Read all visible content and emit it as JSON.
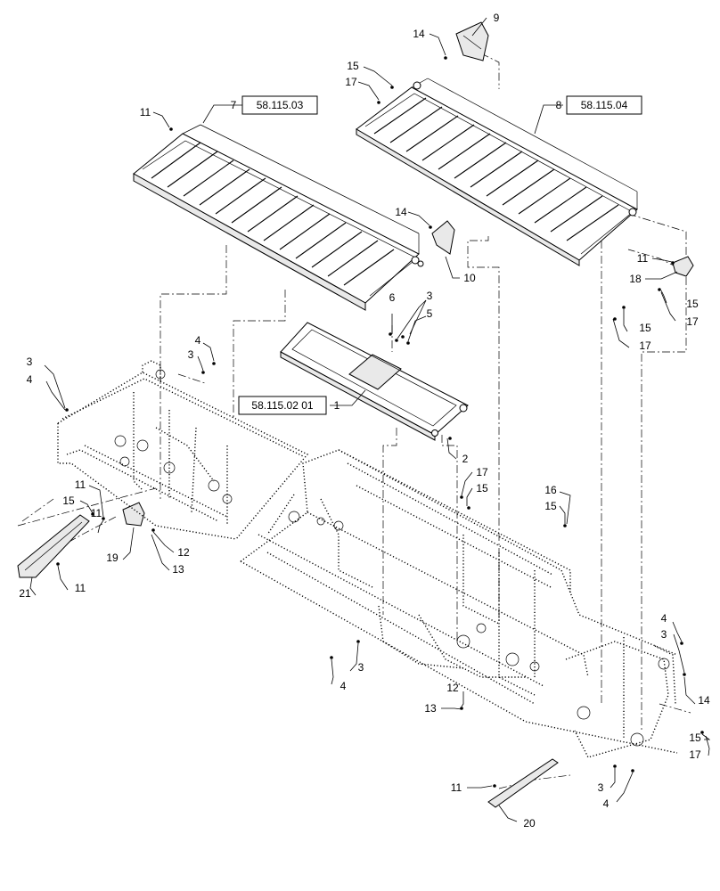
{
  "diagram": {
    "reference_labels": [
      {
        "id": "ref-58-115-03",
        "text": "58.115.03"
      },
      {
        "id": "ref-58-115-04",
        "text": "58.115.04"
      },
      {
        "id": "ref-58-115-02-01",
        "text": "58.115.02 01"
      }
    ],
    "callouts": [
      {
        "id": "c-9",
        "text": "9"
      },
      {
        "id": "c-14-top",
        "text": "14"
      },
      {
        "id": "c-15-a",
        "text": "15"
      },
      {
        "id": "c-17-a",
        "text": "17"
      },
      {
        "id": "c-11-a",
        "text": "11"
      },
      {
        "id": "c-7",
        "text": "7"
      },
      {
        "id": "c-8",
        "text": "8"
      },
      {
        "id": "c-14-b",
        "text": "14"
      },
      {
        "id": "c-10",
        "text": "10"
      },
      {
        "id": "c-11-b",
        "text": "11"
      },
      {
        "id": "c-18",
        "text": "18"
      },
      {
        "id": "c-15-b",
        "text": "15"
      },
      {
        "id": "c-17-b",
        "text": "17"
      },
      {
        "id": "c-15-c",
        "text": "15"
      },
      {
        "id": "c-17-c",
        "text": "17"
      },
      {
        "id": "c-6",
        "text": "6"
      },
      {
        "id": "c-3-a",
        "text": "3"
      },
      {
        "id": "c-5",
        "text": "5"
      },
      {
        "id": "c-4-a",
        "text": "4"
      },
      {
        "id": "c-3-b",
        "text": "3"
      },
      {
        "id": "c-3-c",
        "text": "3"
      },
      {
        "id": "c-4-b",
        "text": "4"
      },
      {
        "id": "c-1",
        "text": "1"
      },
      {
        "id": "c-2",
        "text": "2"
      },
      {
        "id": "c-17-d",
        "text": "17"
      },
      {
        "id": "c-15-d",
        "text": "15"
      },
      {
        "id": "c-16",
        "text": "16"
      },
      {
        "id": "c-15-e",
        "text": "15"
      },
      {
        "id": "c-11-c",
        "text": "11"
      },
      {
        "id": "c-15-f",
        "text": "15"
      },
      {
        "id": "c-11-d",
        "text": "11"
      },
      {
        "id": "c-19",
        "text": "19"
      },
      {
        "id": "c-12-a",
        "text": "12"
      },
      {
        "id": "c-13-a",
        "text": "13"
      },
      {
        "id": "c-21",
        "text": "21"
      },
      {
        "id": "c-11-e",
        "text": "11"
      },
      {
        "id": "c-4-c",
        "text": "4"
      },
      {
        "id": "c-3-d",
        "text": "3"
      },
      {
        "id": "c-3-e",
        "text": "3"
      },
      {
        "id": "c-4-d",
        "text": "4"
      },
      {
        "id": "c-14-c",
        "text": "14"
      },
      {
        "id": "c-12-b",
        "text": "12"
      },
      {
        "id": "c-13-b",
        "text": "13"
      },
      {
        "id": "c-15-g",
        "text": "15"
      },
      {
        "id": "c-17-e",
        "text": "17"
      },
      {
        "id": "c-11-f",
        "text": "11"
      },
      {
        "id": "c-3-f",
        "text": "3"
      },
      {
        "id": "c-4-e",
        "text": "4"
      },
      {
        "id": "c-20",
        "text": "20"
      }
    ]
  }
}
